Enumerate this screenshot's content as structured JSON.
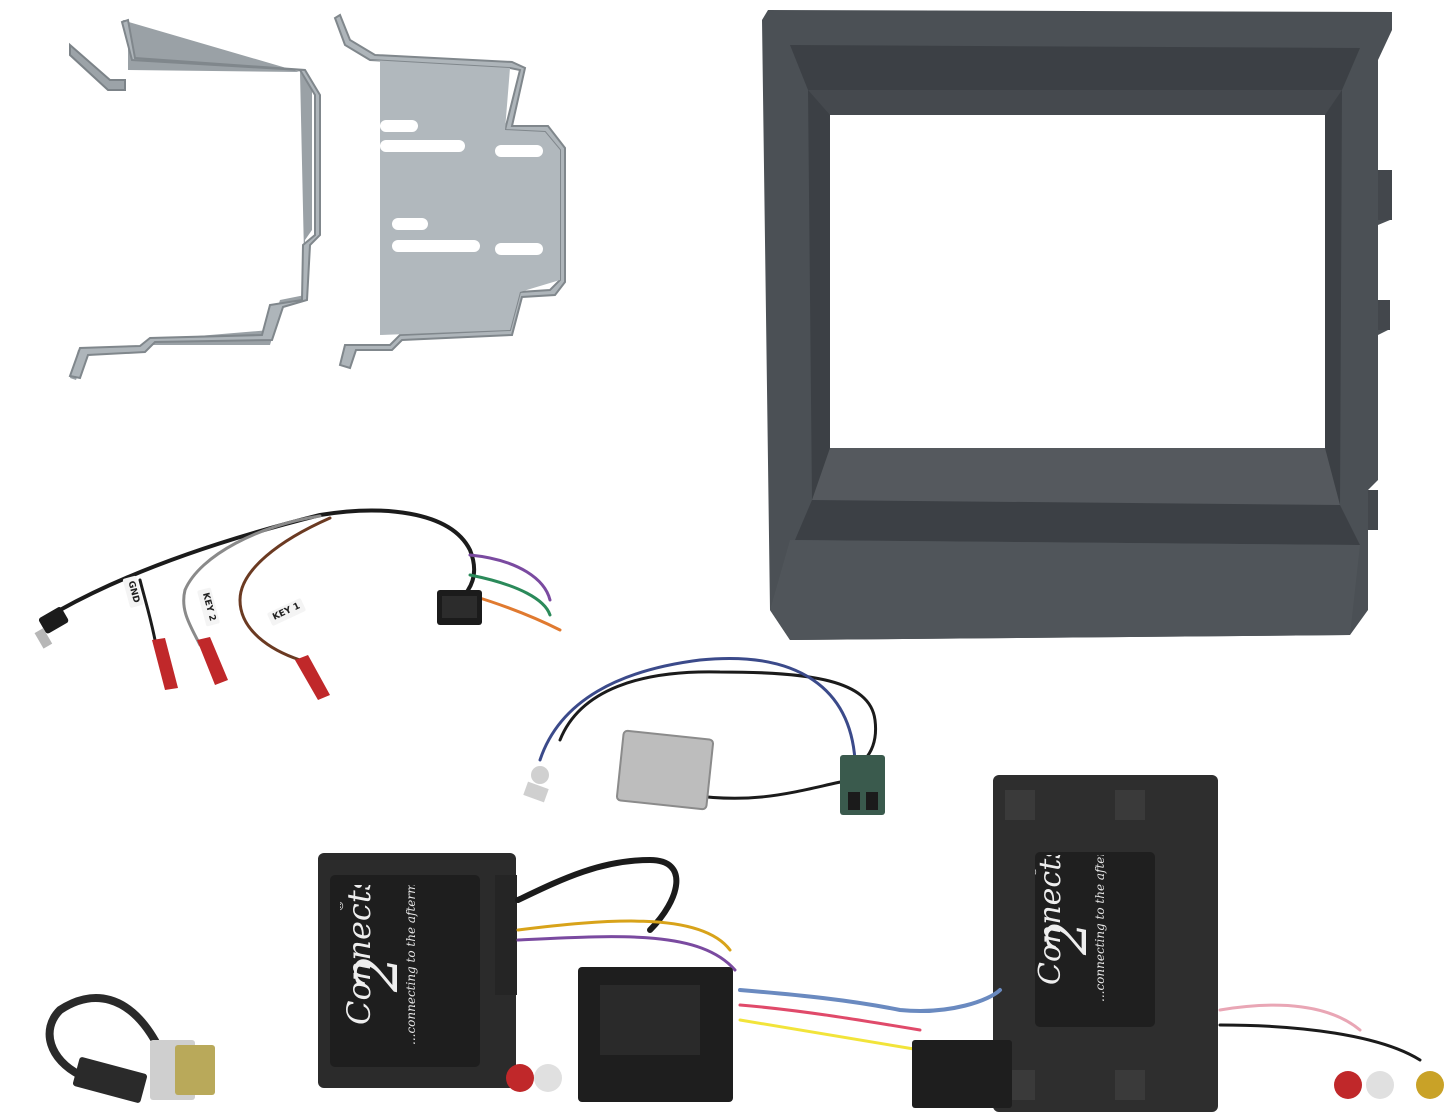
{
  "labels": {
    "gnd": "GND",
    "key2": "KEY 2",
    "key1": "KEY 1"
  },
  "brand": {
    "name": "Connects",
    "registered": "®",
    "tagline": "...connecting to the aftermarket",
    "number": "2"
  },
  "colors": {
    "fascia": "#4b5055",
    "fascia_dark": "#3c4045",
    "bracket": "#aab1b6",
    "module": "#2b2b2b",
    "wire_red": "#c0282a",
    "wire_brown": "#6b3a22",
    "wire_black": "#1b1b1b",
    "connector_fakra": "#3a5a4d"
  }
}
